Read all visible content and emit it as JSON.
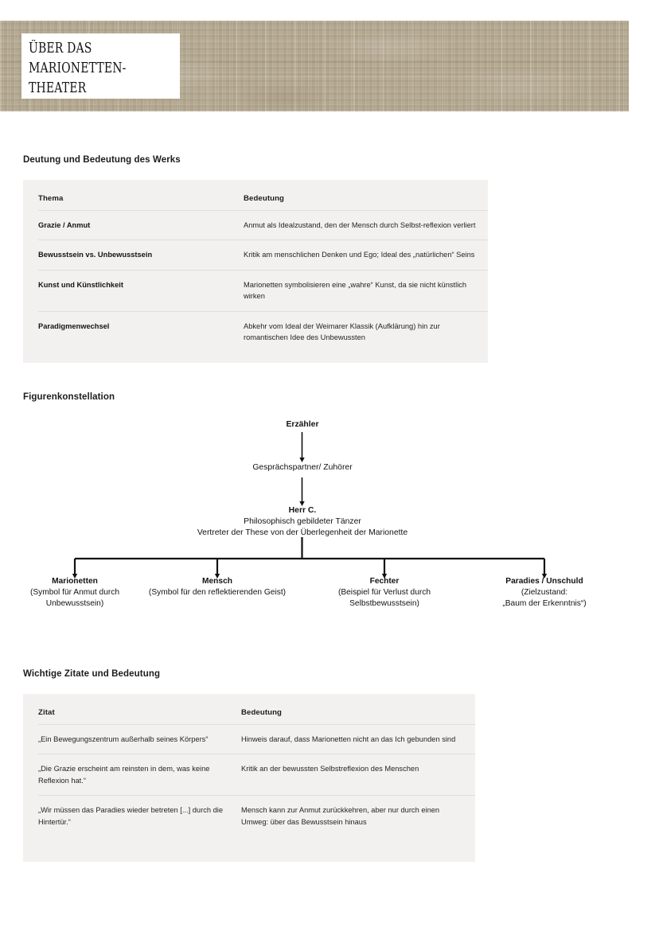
{
  "header": {
    "title_lines": [
      "ÜBER DAS",
      "MARIONETTEN-",
      "THEATER"
    ],
    "banner_color": "#b6aa92",
    "card_color": "#ffffff"
  },
  "sections": {
    "themes_heading": "Deutung und Bedeutung des Werks",
    "figures_heading": "Figurenkonstellation",
    "quotes_heading": "Wichtige Zitate und Bedeutung"
  },
  "themes_table": {
    "columns": [
      "Thema",
      "Bedeutung"
    ],
    "rows": [
      {
        "thema": "Grazie / Anmut",
        "bedeutung": "Anmut als Idealzustand, den der Mensch durch Selbst-reflexion verliert"
      },
      {
        "thema": "Bewusstsein vs. Unbewusstsein",
        "bedeutung": "Kritik am menschlichen Denken und Ego; Ideal des „natürlichen“ Seins"
      },
      {
        "thema": "Kunst und Künstlichkeit",
        "bedeutung": "Marionetten symbolisieren eine „wahre“ Kunst, da sie nicht künstlich wirken"
      },
      {
        "thema": "Paradigmenwechsel",
        "bedeutung": "Abkehr vom Ideal der Weimarer Klassik (Aufklärung) hin zur romantischen Idee des Unbewussten"
      }
    ]
  },
  "figure_diagram": {
    "chain": [
      {
        "title": "Erzähler",
        "bold": true,
        "subtitles": []
      },
      {
        "title": "Gesprächspartner/ Zuhörer",
        "bold": false,
        "subtitles": []
      },
      {
        "title": "Herr C.",
        "bold": true,
        "subtitles": [
          "Philosophisch gebildeter Tänzer",
          "Vertreter der These von der Überlegenheit der Marionette"
        ]
      }
    ],
    "leaves": [
      {
        "title": "Marionetten",
        "lines": [
          "(Symbol für Anmut durch",
          "Unbewusstsein)"
        ]
      },
      {
        "title": "Mensch",
        "lines": [
          "(Symbol für den reflektierenden Geist)"
        ]
      },
      {
        "title": "Fechter",
        "lines": [
          "(Beispiel für Verlust durch",
          "Selbstbewusstsein)"
        ]
      },
      {
        "title": "Paradies / Unschuld",
        "lines": [
          "(Zielzustand:",
          "„Baum der Erkenntnis“)"
        ]
      }
    ]
  },
  "quotes_table": {
    "columns": [
      "Zitat",
      "Bedeutung"
    ],
    "rows": [
      {
        "zitat": "„Ein Bewegungszentrum außerhalb seines Körpers“",
        "bedeutung": "Hinweis darauf, dass Marionetten nicht an das Ich gebunden sind"
      },
      {
        "zitat": "„Die Grazie erscheint am reinsten in dem, was keine Reflexion hat.“",
        "bedeutung": "Kritik an der bewussten Selbstreflexion des Menschen"
      },
      {
        "zitat": "„Wir müssen das Paradies wieder betreten [...] durch die Hintertür.“",
        "bedeutung": "Mensch kann zur Anmut zurückkehren, aber nur durch einen Umweg: über das Bewusstsein hinaus"
      }
    ]
  }
}
